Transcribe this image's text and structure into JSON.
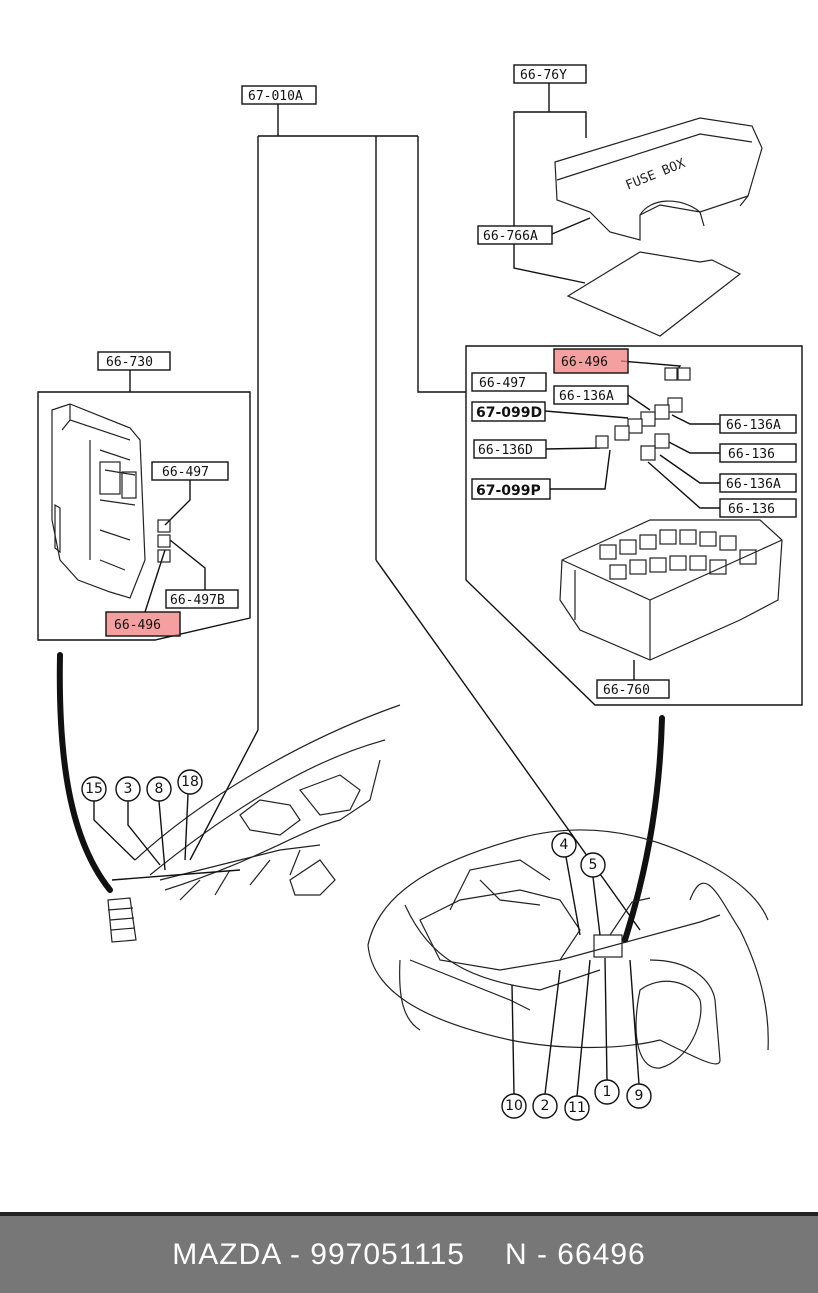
{
  "labels": {
    "l_67_010A": "67-010A",
    "l_66_76Y": "66-76Y",
    "l_66_766A": "66-766A",
    "l_66_730": "66-730",
    "l_66_497_left": "66-497",
    "l_66_497B": "66-497B",
    "l_66_496_left": "66-496",
    "l_66_496_right": "66-496",
    "l_66_497_right": "66-497",
    "l_66_136A_top": "66-136A",
    "l_67_099D": "67-099D",
    "l_66_136D": "66-136D",
    "l_67_099P": "67-099P",
    "l_66_136A_r1": "66-136A",
    "l_66_136_r1": "66-136",
    "l_66_136A_r2": "66-136A",
    "l_66_136_r2": "66-136",
    "l_66_760": "66-760",
    "fuse_box_text": "FUSE BOX"
  },
  "callouts": {
    "c15": "15",
    "c3": "3",
    "c8": "8",
    "c18": "18",
    "c4": "4",
    "c5": "5",
    "c10": "10",
    "c2": "2",
    "c11": "11",
    "c1": "1",
    "c9": "9"
  },
  "footer": {
    "part_text": "MAZDA - 997051115",
    "number_text": "N - 66496"
  },
  "colors": {
    "highlight": "#f08080",
    "footer_bg": "#777777",
    "footer_text": "#ffffff"
  }
}
